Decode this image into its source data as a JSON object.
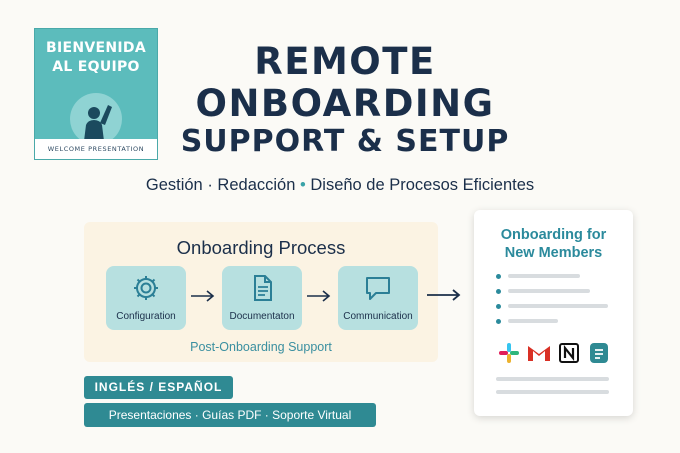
{
  "welcome_card": {
    "title_line1": "BIENVENIDA",
    "title_line2": "AL EQUIPO",
    "footer": "WELCOME PRESENTATION"
  },
  "heading": {
    "line1": "REMOTE",
    "line2": "ONBOARDING",
    "line3": "SUPPORT & SETUP"
  },
  "subline": {
    "item1": "Gestión",
    "item2": "Redacción",
    "item3": "Diseño de Procesos Eficientes",
    "separator": "·",
    "separator_teal": "•"
  },
  "process": {
    "title": "Onboarding Process",
    "steps": [
      {
        "label": "Configuration",
        "icon": "gear-icon"
      },
      {
        "label": "Documentaton",
        "icon": "document-icon"
      },
      {
        "label": "Communication",
        "icon": "chat-icon"
      }
    ],
    "post_support": "Post-Onboarding Support"
  },
  "members_card": {
    "title_line1": "Onboarding for",
    "title_line2": "New Members",
    "apps": [
      "slack-icon",
      "gmail-icon",
      "notion-icon",
      "docs-icon"
    ]
  },
  "pills": {
    "languages": "INGLÉS / ESPAÑOL",
    "services": "Presentaciones · Guías PDF · Soporte Virtual"
  },
  "colors": {
    "navy": "#1b2f4a",
    "teal": "#5cbcbc",
    "teal_dark": "#2f8a93",
    "step_fill": "#b7e0e0",
    "panel_fill": "#fbf3e3"
  }
}
